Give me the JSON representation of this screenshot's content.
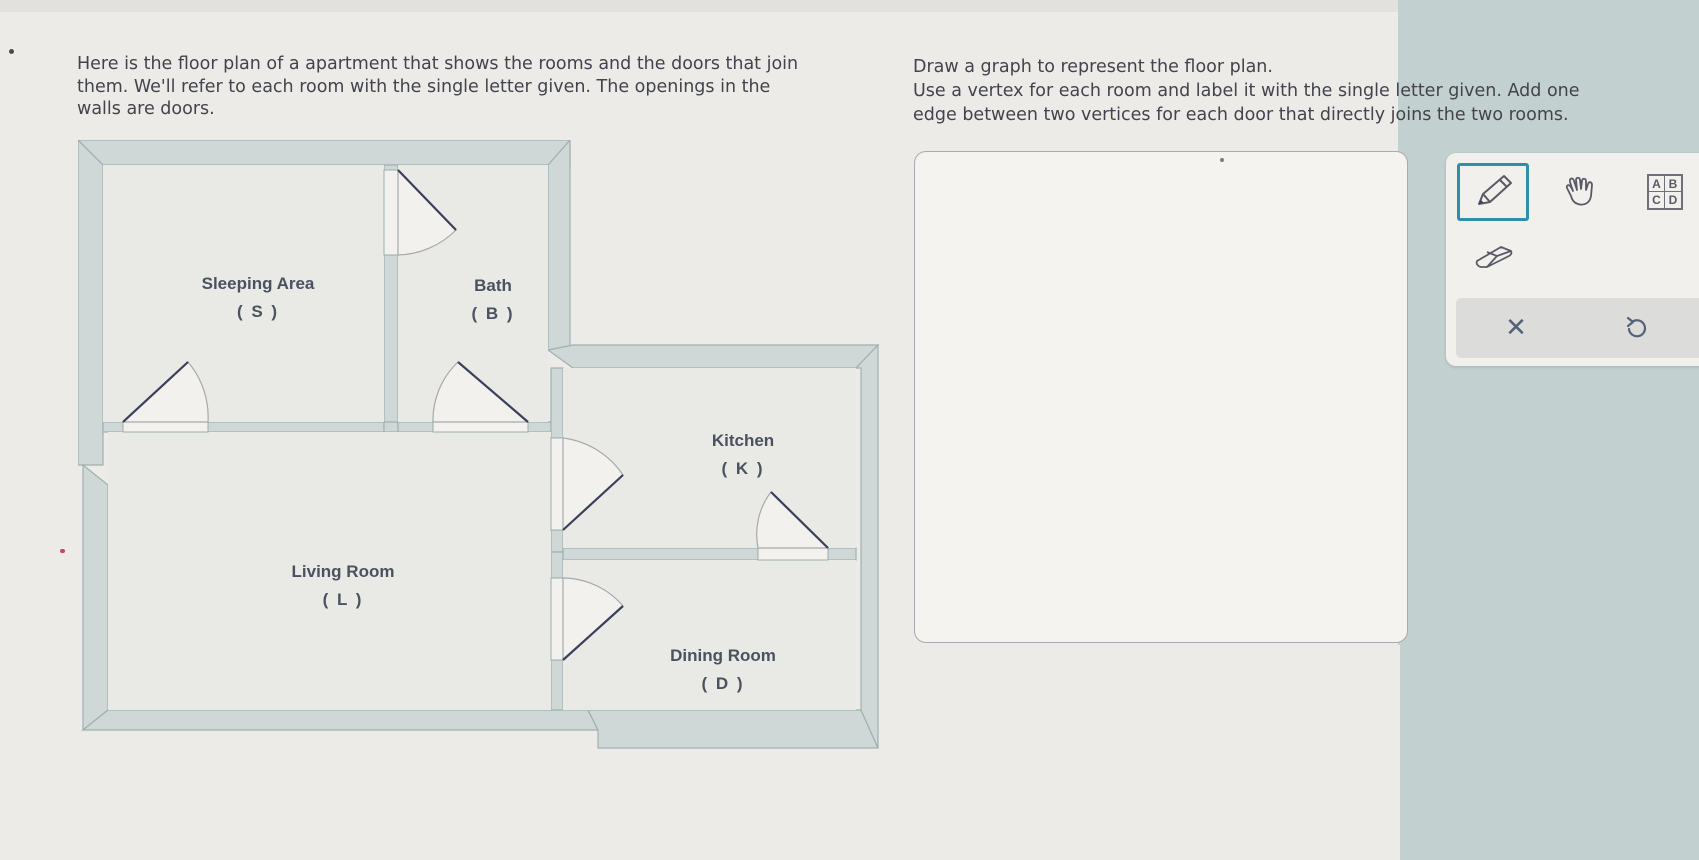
{
  "question": {
    "left_prompt": {
      "lines": [
        "Here is the floor plan of a apartment that shows the rooms and the doors that join",
        "them. We'll refer to each room with the single letter given. The openings in the",
        "walls are doors."
      ]
    },
    "right_prompt": {
      "line1": "Draw a graph to represent the floor plan.",
      "line2": "Use a vertex for each room and label it with the single letter given. Add one",
      "line3": "edge between two vertices for each door that directly joins the two rooms."
    }
  },
  "floorplan": {
    "rooms": [
      {
        "id": "S",
        "name": "Sleeping Area",
        "code": "( S )"
      },
      {
        "id": "B",
        "name": "Bath",
        "code": "( B )"
      },
      {
        "id": "K",
        "name": "Kitchen",
        "code": "( K )"
      },
      {
        "id": "L",
        "name": "Living Room",
        "code": "( L )"
      },
      {
        "id": "D",
        "name": "Dining Room",
        "code": "( D )"
      }
    ],
    "doors": [
      {
        "between": [
          "S",
          "B"
        ]
      },
      {
        "between": [
          "S",
          "L"
        ]
      },
      {
        "between": [
          "B",
          "L"
        ]
      },
      {
        "between": [
          "L",
          "K"
        ]
      },
      {
        "between": [
          "K",
          "D"
        ]
      },
      {
        "between": [
          "L",
          "D"
        ]
      }
    ],
    "colors": {
      "wall_fill": "#cfd8d6",
      "wall_stroke": "#9fb0b0",
      "floor": "#e9e9e6",
      "door_line": "#3a3f5c",
      "door_opening": "#f0efec"
    }
  },
  "graph_canvas": {
    "vertices": [],
    "edges": []
  },
  "tools": {
    "pencil": {
      "icon": "pencil-icon",
      "selected": true
    },
    "move": {
      "icon": "hand-icon",
      "selected": false
    },
    "label": {
      "icon": "abcd-label-icon",
      "cells": [
        "A",
        "B",
        "C",
        "D"
      ],
      "selected": false
    },
    "eraser": {
      "icon": "eraser-icon",
      "selected": false
    },
    "clear": {
      "icon": "close-icon",
      "glyph": "✕"
    },
    "undo": {
      "icon": "undo-icon"
    }
  },
  "colors": {
    "accent": "#2d8fa8",
    "page_bg": "#ecebe7",
    "side_bg": "#c3d0d0"
  }
}
